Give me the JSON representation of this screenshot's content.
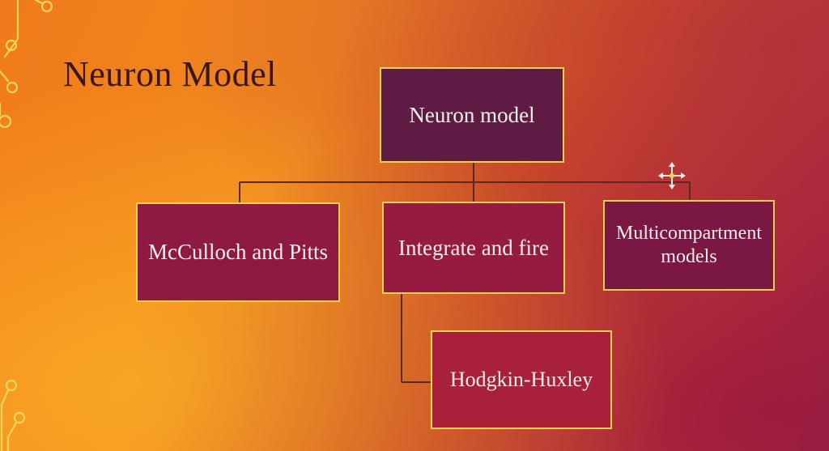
{
  "slide": {
    "title": "Neuron Model"
  },
  "diagram": {
    "root": "Neuron model",
    "children": [
      {
        "id": "mcp",
        "label": "McCulloch and Pitts"
      },
      {
        "id": "iaf",
        "label": "Integrate and fire"
      },
      {
        "id": "multi",
        "label": "Multicompartment models"
      }
    ],
    "grandchildren": [
      {
        "parent": "iaf",
        "label": "Hodgkin-Huxley"
      }
    ]
  },
  "colors": {
    "box_border": "#f7d34a",
    "connector": "#5a2a20",
    "root_fill": "#5e1c45",
    "child_fill": "#8e1a44",
    "grandchild_fill": "#a8203a",
    "title_text": "#3a1620",
    "box_text": "#fbeee6"
  },
  "icons": {
    "cursor": "crosshair-move-cursor-icon",
    "decoration": "circuit-node-decoration"
  }
}
